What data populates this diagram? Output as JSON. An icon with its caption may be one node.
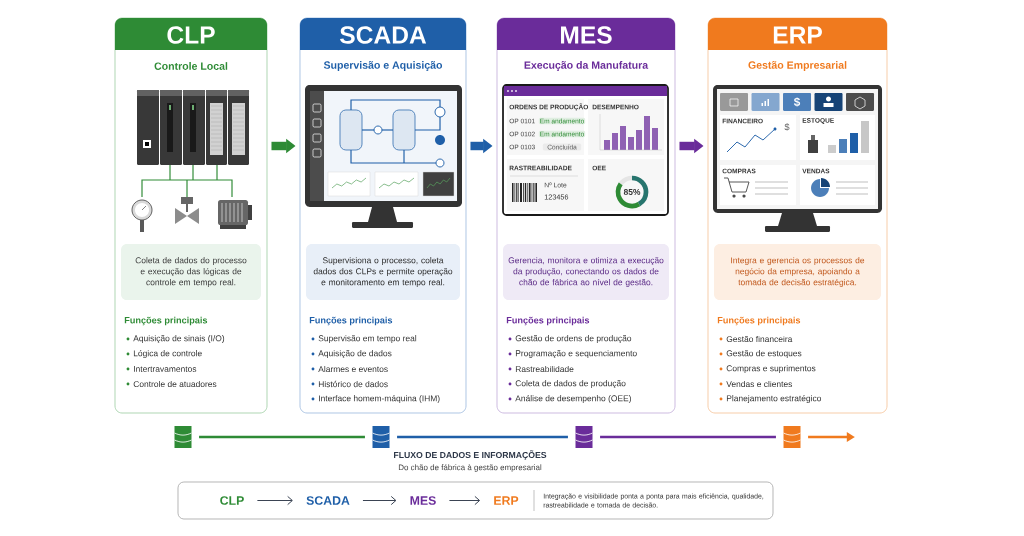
{
  "diagram": {
    "nodes": [
      {
        "text": [
          "CLP",
          "Controle Local",
          "Funções principais",
          "Aquisição de sinais (I/O)",
          "Lógica de controle",
          "Intertravamentos",
          "Controle de atuadores"
        ]
      },
      {
        "text": [
          "Coleta de dados do processo e execução das lógicas de controle em tempo real."
        ],
        "in": 0
      },
      {
        "text": [
          "SCADA",
          "Supervisão e Aquisição",
          "Funções principais",
          "Supervisão em tempo real",
          "Aquisição de dados",
          "Alarmes e eventos",
          "Histórico de dados",
          "Interface homem-máquina (IHM)"
        ]
      },
      {
        "text": [
          "Supervisiona o processo, coleta dados dos CLPs e permite operação e monitoramento em tempo real."
        ],
        "in": 2
      },
      {
        "text": [
          "MES",
          "Execução da Manufatura",
          "Funções principais",
          "Gestão de ordens de produção",
          "Programação e sequenciamento",
          "Rastreabilidade",
          "Coleta de dados de produção",
          "Análise de desempenho (OEE)"
        ]
      },
      {
        "text": [
          "Gerencia, monitora e otimiza a execução da produção, conectando os dados de chão de fábrica ao nível de gestão."
        ],
        "in": 4
      },
      {
        "text": [
          "ERP",
          "Gestão Empresarial",
          "Funções principais",
          "Gestão financeira",
          "Gestão de estoques",
          "Compras e suprimentos",
          "Vendas e clientes",
          "Planejamento estratégico"
        ]
      },
      {
        "text": [
          "Integra e gerencia os processos de negócio da empresa, apoiando a tomada de decisão estratégica."
        ],
        "in": 6
      },
      {
        "text": [],
        "shape": "cylinder"
      },
      {
        "text": [],
        "shape": "cylinder"
      },
      {
        "text": [],
        "shape": "cylinder"
      },
      {
        "text": [],
        "shape": "cylinder"
      },
      {
        "text": [
          "Integração e visibilidade ponta a ponta para mais eficiência, qualidade, rastreabilidade e tomada de decisão."
        ]
      },
      {
        "text": [
          "CLP"
        ],
        "in": 12
      },
      {
        "text": [
          "SCADA"
        ],
        "in": 12
      },
      {
        "text": [
          "MES"
        ],
        "in": 12
      },
      {
        "text": [
          "ERP"
        ],
        "in": 12
      }
    ],
    "edges": [
      {
        "from": 0,
        "to": 2,
        "arrow": "to",
        "color": "#2e8b35",
        "style": "thick"
      },
      {
        "from": 2,
        "to": 4,
        "arrow": "to",
        "color": "#1f5fa8",
        "style": "thick"
      },
      {
        "from": 4,
        "to": 6,
        "arrow": "to",
        "color": "#6a2c9a",
        "style": "thick"
      },
      {
        "from": 8,
        "to": 9,
        "arrow": "none",
        "color": "#2e8b35"
      },
      {
        "from": 9,
        "to": 10,
        "arrow": "none",
        "color": "#1f5fa8"
      },
      {
        "from": 10,
        "to": 11,
        "arrow": "none",
        "color": "#6a2c9a"
      },
      {
        "from": 11,
        "to": null,
        "arrow": "to",
        "color": "#f07a1e"
      },
      {
        "from": 13,
        "to": 14,
        "arrow": "to"
      },
      {
        "from": 14,
        "to": 15,
        "arrow": "to"
      },
      {
        "from": 15,
        "to": 16,
        "arrow": "to"
      }
    ],
    "labels": [
      "ORDENS DE PRODUÇÃO",
      "OP 0101",
      "Em andamento",
      "OP 0102",
      "Em andamento",
      "OP 0103",
      "Concluída",
      "DESEMPENHO",
      "RASTREABILIDADE",
      "Nº Lote",
      "123456",
      "OEE",
      "85%",
      "$",
      "FINANCEIRO",
      "$",
      "ESTOQUE",
      "COMPRAS",
      "VENDAS",
      "FLUXO DE DADOS E INFORMAÇÕES",
      "Do chão de fábrica à gestão empresarial"
    ]
  }
}
